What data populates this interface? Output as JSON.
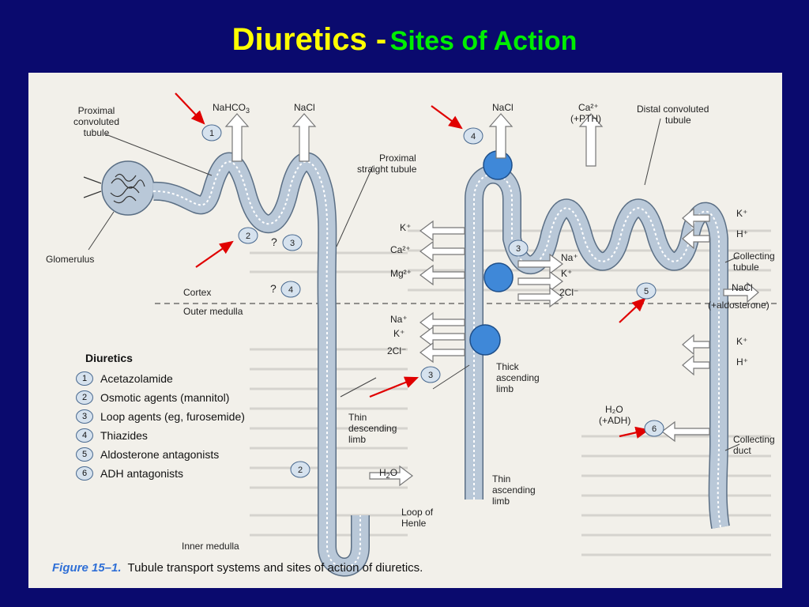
{
  "slide": {
    "title_main": "Diuretics -",
    "title_sub": "Sites of Action"
  },
  "labels": {
    "proximal_convoluted": [
      "Proximal",
      "convoluted",
      "tubule"
    ],
    "glomerulus": "Glomerulus",
    "nahco3": "NaHCO",
    "nahco3_sub": "3",
    "nacl": "NaCl",
    "proximal_straight": [
      "Proximal",
      "straight tubule"
    ],
    "cortex": "Cortex",
    "outer_medulla": "Outer medulla",
    "inner_medulla": "Inner medulla",
    "thin_descending": [
      "Thin",
      "descending",
      "limb"
    ],
    "h2o": "H",
    "h2o_sub": "2",
    "h2o_o": "O",
    "loop_of_henle": [
      "Loop of",
      "Henle"
    ],
    "thin_ascending": [
      "Thin",
      "ascending",
      "limb"
    ],
    "thick_ascending": [
      "Thick",
      "ascending",
      "limb"
    ],
    "distal_nacl": "NaCl",
    "ca_pth": "Ca²⁺",
    "ca_pth2": "(+PTH)",
    "distal_convoluted": [
      "Distal convoluted",
      "tubule"
    ],
    "k_plus": "K⁺",
    "ca_2plus": "Ca²⁺",
    "mg_2plus": "Mg²⁺",
    "na_plus": "Na⁺",
    "cl_2": "2Cl⁻",
    "collecting_tubule": [
      "Collecting",
      "tubule"
    ],
    "cd_k": "K⁺",
    "cd_h": "H⁺",
    "cd_nacl": "NaCl",
    "cd_aldo": "(+aldosterone)",
    "cd_k2": "K⁺",
    "cd_h2": "H⁺",
    "adh_h2o": "H₂O",
    "adh": "(+ADH)",
    "collecting_duct": [
      "Collecting",
      "duct"
    ],
    "question": "?"
  },
  "site_numbers": {
    "s1": "1",
    "s2a": "2",
    "s3a": "3",
    "s4a": "4",
    "s4b": "4",
    "s3b": "3",
    "s3c": "3",
    "s5": "5",
    "s6": "6",
    "s2b": "2"
  },
  "legend": {
    "title": "Diuretics",
    "items": [
      {
        "num": "1",
        "label": "Acetazolamide"
      },
      {
        "num": "2",
        "label": "Osmotic agents (mannitol)"
      },
      {
        "num": "3",
        "label": "Loop agents (eg, furosemide)"
      },
      {
        "num": "4",
        "label": "Thiazides"
      },
      {
        "num": "5",
        "label": "Aldosterone antagonists"
      },
      {
        "num": "6",
        "label": "ADH antagonists"
      }
    ]
  },
  "caption": {
    "fig": "Figure 15–1.",
    "text": "Tubule transport systems and sites of action of diuretics."
  },
  "colors": {
    "background": "#0a0a6e",
    "title": "#ffff00",
    "subtitle": "#00ee00",
    "tubule": "#b9c8d8",
    "pump": "#3f88d8",
    "arrow": "#e00000"
  }
}
